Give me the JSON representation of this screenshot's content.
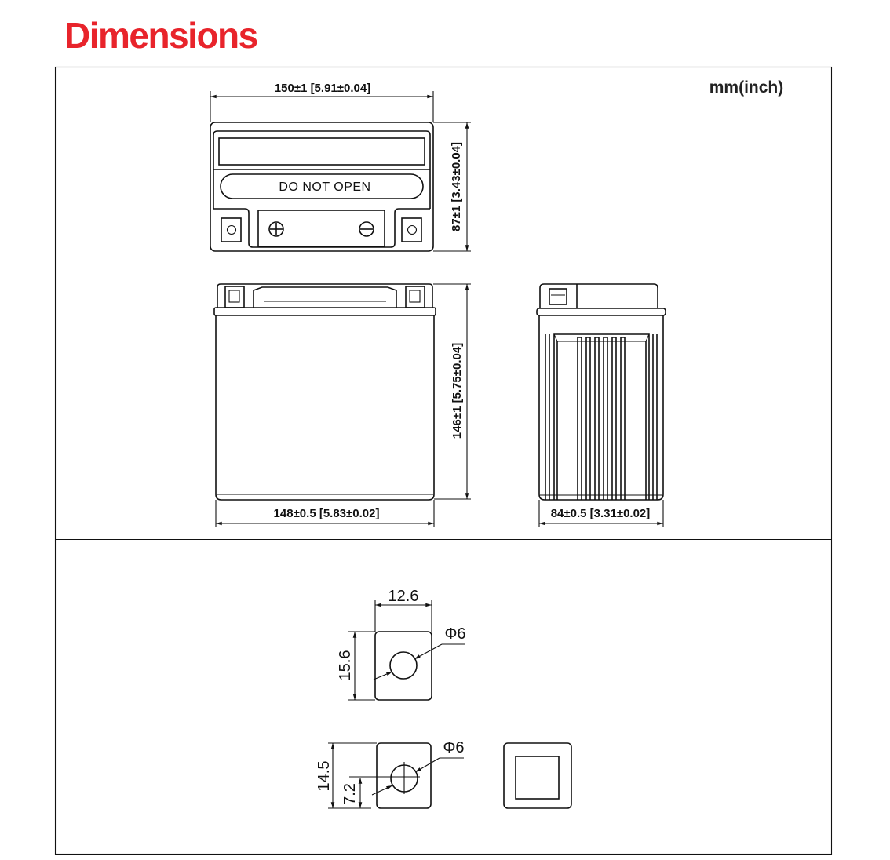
{
  "title": "Dimensions",
  "units": "mm(inch)",
  "top_view": {
    "width_dim": "150±1 [5.91±0.04]",
    "height_dim": "87±1 [3.43±0.04]",
    "label": "DO  NOT  OPEN"
  },
  "front_view": {
    "width_dim": "148±0.5 [5.83±0.02]",
    "height_dim": "146±1 [5.75±0.04]"
  },
  "side_view": {
    "width_dim": "84±0.5 [3.31±0.02]"
  },
  "terminal_a": {
    "width": "12.6",
    "height": "15.6",
    "hole": "Φ6"
  },
  "terminal_b": {
    "height": "14.5",
    "hole_offset": "7.2",
    "hole": "Φ6"
  },
  "colors": {
    "title": "#e8242b"
  }
}
